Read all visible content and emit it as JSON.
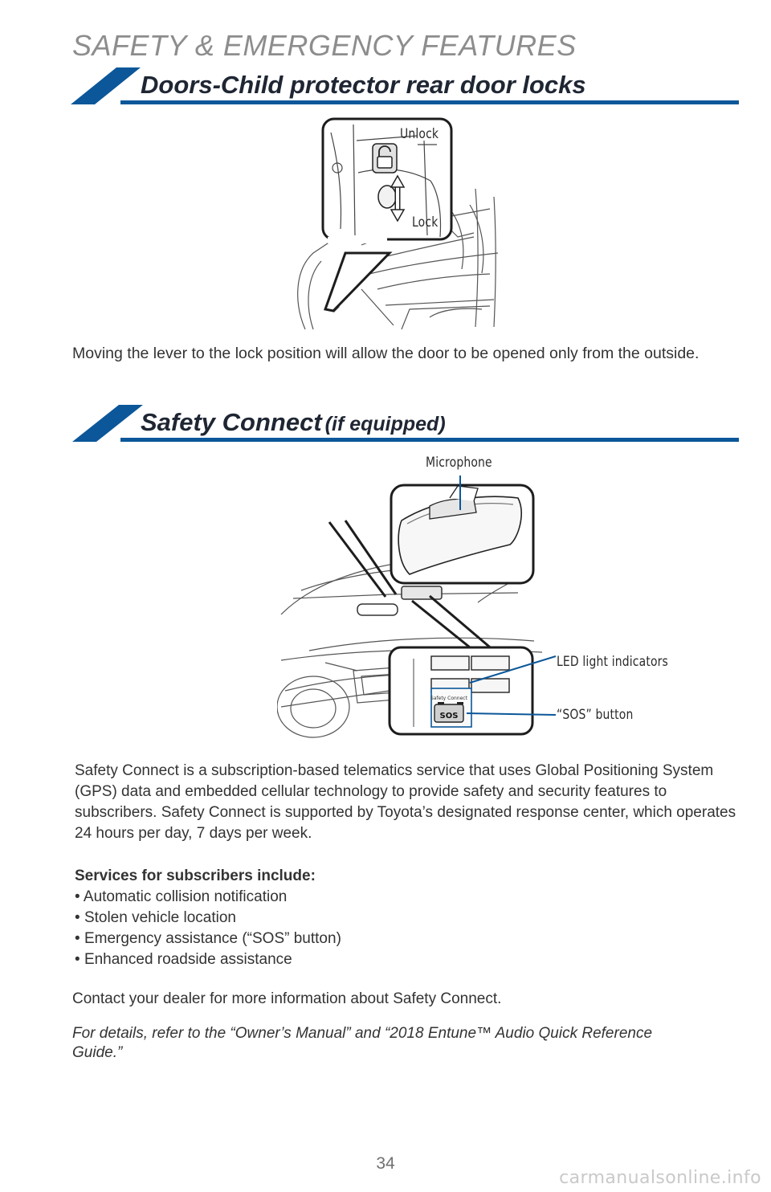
{
  "header": {
    "title": "SAFETY & EMERGENCY FEATURES"
  },
  "accent_color": "#0b5799",
  "section1": {
    "title": "Doors-Child protector rear door locks",
    "figure": {
      "labels": {
        "unlock": "Unlock",
        "lock": "Lock"
      }
    },
    "body": "Moving the lever to the lock position will allow the door to be opened only from the outside."
  },
  "section2": {
    "title": "Safety Connect",
    "subtitle": "(if equipped)",
    "figure": {
      "labels": {
        "microphone": "Microphone",
        "led": "LED light indicators",
        "sos_button": "“SOS” button",
        "panel_text": "Safety Connect",
        "sos": "SOS"
      }
    },
    "intro": "Safety Connect is a subscription-based telematics service that uses Global Positioning System (GPS) data and embedded cellular technology to provide safety and security features to subscribers. Safety Connect is supported by Toyota’s designated response center, which operates 24 hours per day, 7 days per week.",
    "services_heading": "Services for subscribers include:",
    "services": [
      "Automatic collision notification",
      "Stolen vehicle location",
      "Emergency assistance (“SOS” button)",
      "Enhanced roadside assistance"
    ],
    "contact": "Contact your dealer for more information about Safety Connect.",
    "reference": "For details, refer to the “Owner’s Manual” and “2018 Entune™ Audio Quick Reference Guide.”"
  },
  "page_number": "34",
  "watermark": "carmanualsonline.info"
}
